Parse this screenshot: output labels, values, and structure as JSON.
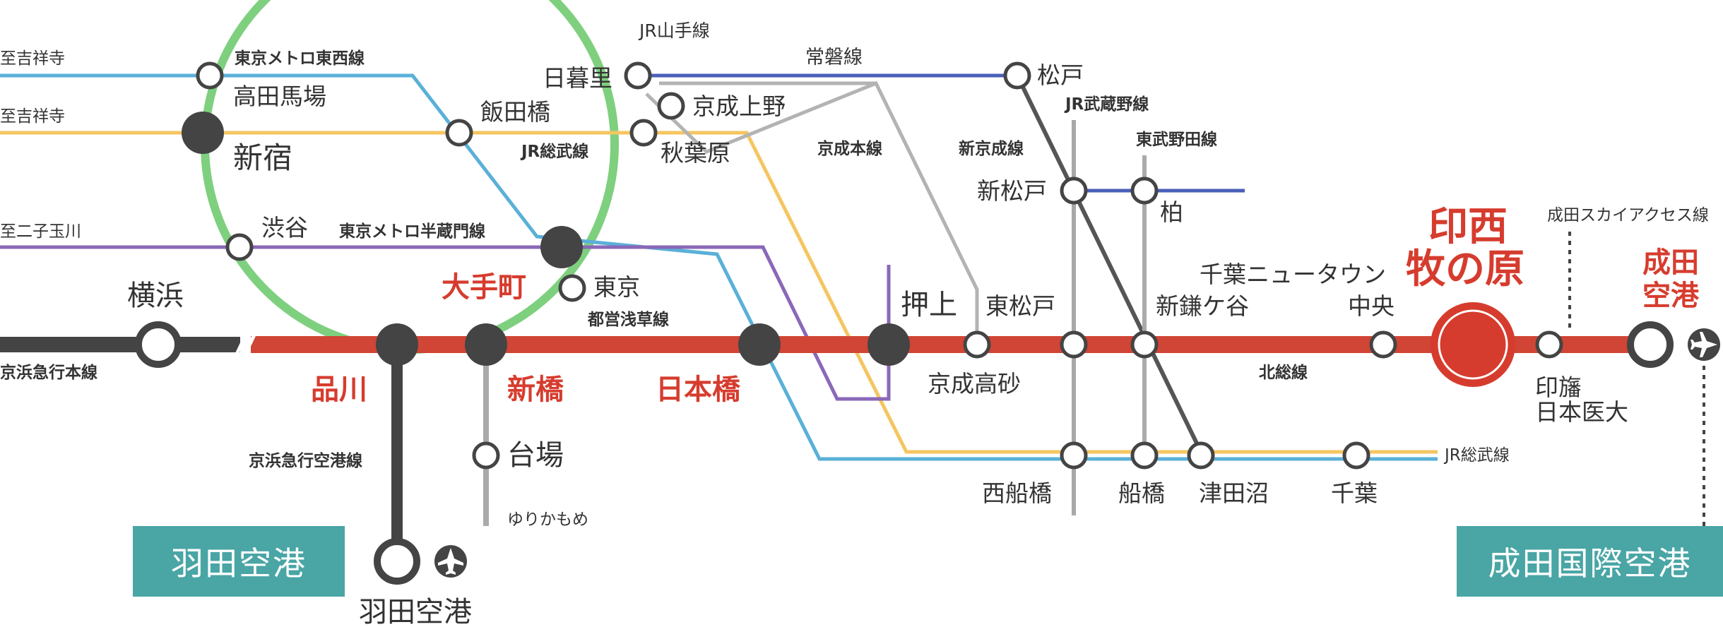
{
  "colors": {
    "main_line": "#d04535",
    "keikyu": "#444444",
    "yamanote": "#7ed07e",
    "tozai": "#5ab0d8",
    "sobu": "#f5c560",
    "hanzomon": "#8a68b8",
    "joban": "#4a5fb8",
    "keisei": "#b3b3b3",
    "musashino": "#a8a8a8",
    "shinkeisei": "#555555",
    "noda": "#aaaaaa",
    "yurikamome": "#aaaaaa",
    "highlight": "#d63c2e",
    "box": "#4aa5a5"
  },
  "lines": {
    "yamanote": "JR山手線",
    "tozai": "東京メトロ東西線",
    "hanzomon": "東京メトロ半蔵門線",
    "sobu_west": "JR総武線",
    "sobu_east": "JR総武線",
    "joban": "常磐線",
    "keisei": "京成本線",
    "musashino": "JR武蔵野線",
    "shinkeisei": "新京成線",
    "noda": "東武野田線",
    "skyaccess": "成田スカイアクセス線",
    "hokuso": "北総線",
    "asakusa": "都営浅草線",
    "keikyu_main": "京浜急行本線",
    "keikyu_airport": "京浜急行空港線",
    "yurikamome": "ゆりかもめ"
  },
  "directions": {
    "kichijoji_1": "至吉祥寺",
    "kichijoji_2": "至吉祥寺",
    "futakotamagawa": "至二子玉川"
  },
  "stations": {
    "takadanobaba": "高田馬場",
    "shinjuku": "新宿",
    "iidabashi": "飯田橋",
    "nippori": "日暮里",
    "keiseiueno": "京成上野",
    "akihabara": "秋葉原",
    "shibuya": "渋谷",
    "tokyo": "東京",
    "yokohama": "横浜",
    "shinagawa": "品川",
    "otemachi": "大手町",
    "shimbashi": "新橋",
    "nihombashi": "日本橋",
    "oshiage": "押上",
    "keiseitakasago": "京成高砂",
    "higashimatsudo": "東松戸",
    "matsudo": "松戸",
    "shinmatsudo": "新松戸",
    "kashiwa": "柏",
    "shinkamagaya": "新鎌ケ谷",
    "chibant_1": "千葉ニュータウン",
    "chibant_2": "中央",
    "inzai_1": "印西",
    "inzai_2": "牧の原",
    "inba_1": "印旛",
    "inba_2": "日本医大",
    "narita_1": "成田",
    "narita_2": "空港",
    "daiba": "台場",
    "nishifunabashi": "西船橋",
    "funabashi": "船橋",
    "tsudanuma": "津田沼",
    "chiba": "千葉",
    "haneda": "羽田空港"
  },
  "boxes": {
    "haneda": "羽田空港",
    "narita": "成田国際空港"
  },
  "icons": {
    "haneda_plane": "airplane-icon",
    "narita_plane": "airplane-icon"
  }
}
